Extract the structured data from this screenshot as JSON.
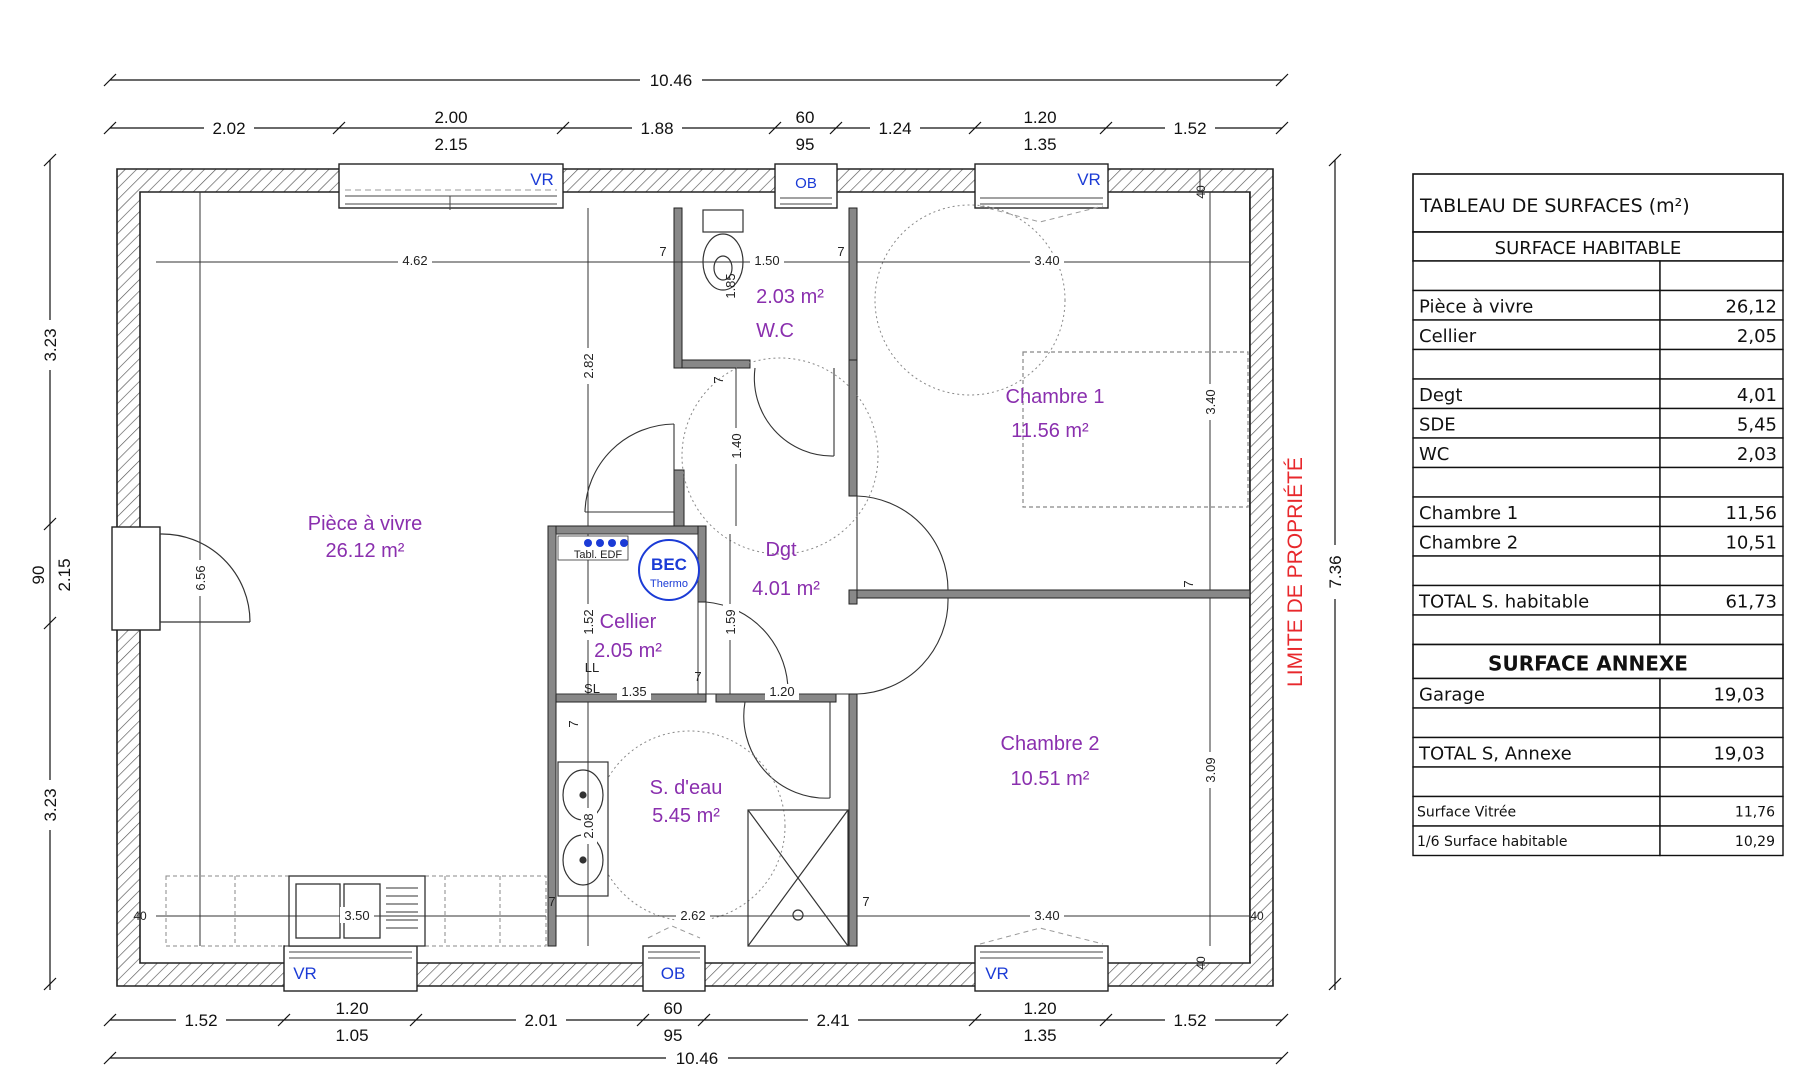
{
  "dimensions": {
    "top_total": "10.46",
    "top_segments": [
      "2.02",
      "2.00",
      "2.15",
      "1.88",
      "60",
      "95",
      "1.24",
      "1.20",
      "1.35",
      "1.52"
    ],
    "bottom_segments": [
      "1.52",
      "1.20",
      "1.05",
      "2.01",
      "60",
      "95",
      "2.41",
      "1.20",
      "1.35",
      "1.52"
    ],
    "bottom_total": "10.46",
    "left_segments": [
      "3.23",
      "90",
      "2.15",
      "3.23"
    ],
    "right_total": "7.36",
    "interior": {
      "living_width": "4.62",
      "wc_width": "1.50",
      "bed1_width": "3.40",
      "bed2_width": "3.40",
      "wall7": "7",
      "cellier_depth": "2.82",
      "living_depth": "6.56",
      "wc_depth": "1.85",
      "dgt_depth": "1.40",
      "cellier_h": "1.52",
      "dgt_h2": "1.59",
      "cellier_w": "1.35",
      "dgt_w": "1.20",
      "sde_h": "2.08",
      "kitchen_w": "3.50",
      "bottom_mid": "2.62",
      "bed1_depth": "3.40",
      "bed2_depth": "3.09",
      "wall40": "40"
    }
  },
  "windows": {
    "vr": "VR",
    "ob": "OB"
  },
  "rooms": {
    "living_name": "Pièce à vivre",
    "living_area": "26.12 m²",
    "wc_area": "2.03 m²",
    "wc_name": "W.C",
    "bed1_name": "Chambre 1",
    "bed1_area": "11.56 m²",
    "dgt_name": "Dgt",
    "dgt_area": "4.01 m²",
    "cellier_name": "Cellier",
    "cellier_area": "2.05 m²",
    "sde_name": "S. d'eau",
    "sde_area": "5.45 m²",
    "bed2_name": "Chambre 2",
    "bed2_area": "10.51 m²"
  },
  "equipment": {
    "bec": "BEC",
    "thermo": "Thermo",
    "tabl_edf": "Tabl. EDF",
    "ll": "LL",
    "sl": "SL"
  },
  "boundary_label": "LIMITE DE PROPRIÉTÉ",
  "table": {
    "title": "TABLEAU DE SURFACES (m²)",
    "section1": "SURFACE HABITABLE",
    "rows1": [
      {
        "label": "",
        "value": ""
      },
      {
        "label": "Pièce à vivre",
        "value": "26,12"
      },
      {
        "label": "Cellier",
        "value": "2,05"
      },
      {
        "label": "",
        "value": ""
      },
      {
        "label": "Degt",
        "value": "4,01"
      },
      {
        "label": "SDE",
        "value": "5,45"
      },
      {
        "label": "WC",
        "value": "2,03"
      },
      {
        "label": "",
        "value": ""
      },
      {
        "label": "Chambre 1",
        "value": "11,56"
      },
      {
        "label": "Chambre 2",
        "value": "10,51"
      },
      {
        "label": "",
        "value": ""
      },
      {
        "label": "TOTAL S. habitable",
        "value": "61,73"
      },
      {
        "label": "",
        "value": ""
      }
    ],
    "section2": "SURFACE ANNEXE",
    "rows2": [
      {
        "label": "Garage",
        "value": "19,03"
      },
      {
        "label": "",
        "value": ""
      },
      {
        "label": "TOTAL S, Annexe",
        "value": "19,03"
      },
      {
        "label": "",
        "value": ""
      }
    ],
    "rows3": [
      {
        "label": "Surface Vitrée",
        "value": "11,76"
      },
      {
        "label": "1/6 Surface habitable",
        "value": "10,29"
      }
    ]
  }
}
